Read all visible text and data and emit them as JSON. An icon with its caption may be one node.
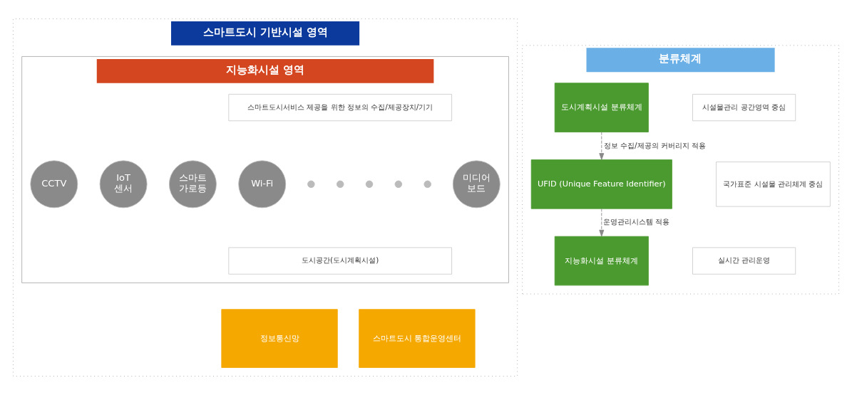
{
  "diagram": {
    "nodes": [
      {
        "text": [
          "스마트도시 기반시설 영역"
        ]
      },
      {
        "text": [
          "지능화시설 영역"
        ],
        "in": 0
      },
      {
        "text": [
          "스마트도시서비스 제공을 위한 정보의 수집/제공장치/기기"
        ],
        "in": 1
      },
      {
        "text": [
          "CCTV"
        ],
        "in": 1
      },
      {
        "text": [
          "IoT 센서"
        ],
        "in": 1
      },
      {
        "text": [
          "스마트 가로등"
        ],
        "in": 1
      },
      {
        "text": [
          "Wi-Fi"
        ],
        "in": 1
      },
      {
        "text": [],
        "shape": "circle",
        "in": 1
      },
      {
        "text": [],
        "shape": "circle",
        "in": 1
      },
      {
        "text": [],
        "shape": "circle",
        "in": 1
      },
      {
        "text": [],
        "shape": "circle",
        "in": 1
      },
      {
        "text": [],
        "shape": "circle",
        "in": 1
      },
      {
        "text": [
          "미디어 보드"
        ],
        "in": 1
      },
      {
        "text": [
          "도시공간(도시계획시설)"
        ],
        "in": 1
      },
      {
        "text": [
          "정보통신망"
        ],
        "in": 0
      },
      {
        "text": [
          "스마트도시 통합운영센터"
        ],
        "in": 0
      },
      {
        "text": [
          "분류체계"
        ]
      },
      {
        "text": [
          "도시계획시설 분류체계"
        ],
        "in": 16
      },
      {
        "text": [
          "시설물관리 공간영역 중심"
        ],
        "in": 16
      },
      {
        "text": [
          "UFID (Unique Feature Identifier)"
        ],
        "in": 16
      },
      {
        "text": [
          "국가표준 시설물 관리체계 중심"
        ],
        "in": 16
      },
      {
        "text": [
          "지능화시설 분류체계"
        ],
        "in": 16
      },
      {
        "text": [
          "실시간 관리운영"
        ],
        "in": 16
      }
    ],
    "edges": [
      {
        "from": 17,
        "to": 19,
        "arrow": "to",
        "style": "dashed",
        "label": "정보 수집/제공의 커버리지 적용"
      },
      {
        "from": 19,
        "to": 21,
        "arrow": "to",
        "style": "dashed",
        "label": "운영관리시스템 적용"
      }
    ]
  }
}
